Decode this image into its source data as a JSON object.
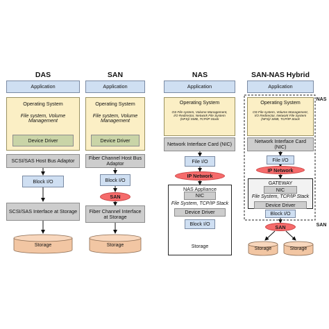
{
  "das": {
    "title": "DAS",
    "application": "Application",
    "os": "Operating System",
    "fs": "File system, Volume Management",
    "driver": "Device Driver",
    "hba": "SCSI/SAS Host Bus Adaptor",
    "block_io": "Block I/O",
    "interface": "SCSI/SAS Interface at Storage",
    "storage": "Storage"
  },
  "san": {
    "title": "SAN",
    "application": "Application",
    "os": "Operating System",
    "fs": "File system, Volume Management",
    "driver": "Device Driver",
    "hba": "Fiber Channel Host Bus Adaptor",
    "block_io": "Block I/O",
    "san_label": "SAN",
    "interface": "Fiber Channel Interface at Storage",
    "storage": "Storage"
  },
  "nas": {
    "title": "NAS",
    "application": "Application",
    "os": "Operating System",
    "os_detail": "OS File system, Volume Management, I/O Redirector, Network File System (NFS)/ SMB, TCP/IP Stack",
    "nic": "Network Interface Card (NIC)",
    "file_io": "File I/O",
    "ip_network": "IP Network",
    "appliance": "NAS Appliance",
    "appliance_nic": "NIC",
    "appliance_fs": "File System, TCP/IP Stack",
    "appliance_driver": "Device Driver",
    "block_io": "Block I/O",
    "storage": "Storage"
  },
  "hybrid": {
    "title": "SAN-NAS Hybrid",
    "nas_tag": "NAS",
    "san_tag": "SAN",
    "application": "Application",
    "os": "Operating System",
    "os_detail": "OS File system, Volume Management, I/O Redirector, Network File System (NFS)/ SMB, TCP/IP Stack",
    "nic": "Network Interface Card (NIC)",
    "file_io": "File I/O",
    "ip_network": "IP Network",
    "gateway": "GATEWAY",
    "gateway_nic": "NIC",
    "gateway_fs": "File System, TCP/IP Stack",
    "gateway_driver": "Device Driver",
    "block_io": "Block I/O",
    "san_label": "SAN",
    "storage_left": "Storage",
    "storage_right": "Storage"
  }
}
